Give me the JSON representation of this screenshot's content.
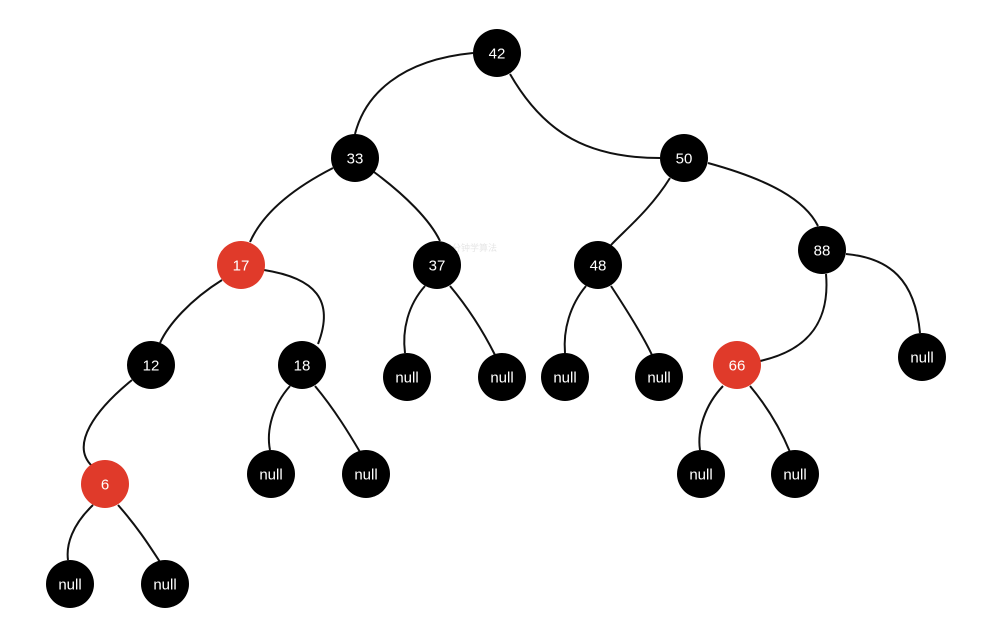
{
  "colors": {
    "black_node": "#000000",
    "red_node": "#e03a2a",
    "edge": "#111111",
    "label": "#ffffff"
  },
  "watermark": "五分钟学算法",
  "tree": {
    "nodes": [
      {
        "id": "n42",
        "label": "42",
        "color": "black"
      },
      {
        "id": "n33",
        "label": "33",
        "color": "black"
      },
      {
        "id": "n50",
        "label": "50",
        "color": "black"
      },
      {
        "id": "n17",
        "label": "17",
        "color": "red"
      },
      {
        "id": "n37",
        "label": "37",
        "color": "black"
      },
      {
        "id": "n48",
        "label": "48",
        "color": "black"
      },
      {
        "id": "n88",
        "label": "88",
        "color": "black"
      },
      {
        "id": "n12",
        "label": "12",
        "color": "black"
      },
      {
        "id": "n18",
        "label": "18",
        "color": "black"
      },
      {
        "id": "n37L",
        "label": "null",
        "color": "black"
      },
      {
        "id": "n37R",
        "label": "null",
        "color": "black"
      },
      {
        "id": "n48L",
        "label": "null",
        "color": "black"
      },
      {
        "id": "n48R",
        "label": "null",
        "color": "black"
      },
      {
        "id": "n66",
        "label": "66",
        "color": "red"
      },
      {
        "id": "n88R",
        "label": "null",
        "color": "black"
      },
      {
        "id": "n6",
        "label": "6",
        "color": "red"
      },
      {
        "id": "n18L",
        "label": "null",
        "color": "black"
      },
      {
        "id": "n18R",
        "label": "null",
        "color": "black"
      },
      {
        "id": "n66L",
        "label": "null",
        "color": "black"
      },
      {
        "id": "n66R",
        "label": "null",
        "color": "black"
      },
      {
        "id": "n6L",
        "label": "null",
        "color": "black"
      },
      {
        "id": "n6R",
        "label": "null",
        "color": "black"
      }
    ],
    "edges": [
      {
        "from": "n42",
        "to": "n33"
      },
      {
        "from": "n42",
        "to": "n50"
      },
      {
        "from": "n33",
        "to": "n17"
      },
      {
        "from": "n33",
        "to": "n37"
      },
      {
        "from": "n50",
        "to": "n48"
      },
      {
        "from": "n50",
        "to": "n88"
      },
      {
        "from": "n17",
        "to": "n12"
      },
      {
        "from": "n17",
        "to": "n18"
      },
      {
        "from": "n37",
        "to": "n37L"
      },
      {
        "from": "n37",
        "to": "n37R"
      },
      {
        "from": "n48",
        "to": "n48L"
      },
      {
        "from": "n48",
        "to": "n48R"
      },
      {
        "from": "n88",
        "to": "n66"
      },
      {
        "from": "n88",
        "to": "n88R"
      },
      {
        "from": "n12",
        "to": "n6"
      },
      {
        "from": "n18",
        "to": "n18L"
      },
      {
        "from": "n18",
        "to": "n18R"
      },
      {
        "from": "n66",
        "to": "n66L"
      },
      {
        "from": "n66",
        "to": "n66R"
      },
      {
        "from": "n6",
        "to": "n6L"
      },
      {
        "from": "n6",
        "to": "n6R"
      }
    ]
  }
}
